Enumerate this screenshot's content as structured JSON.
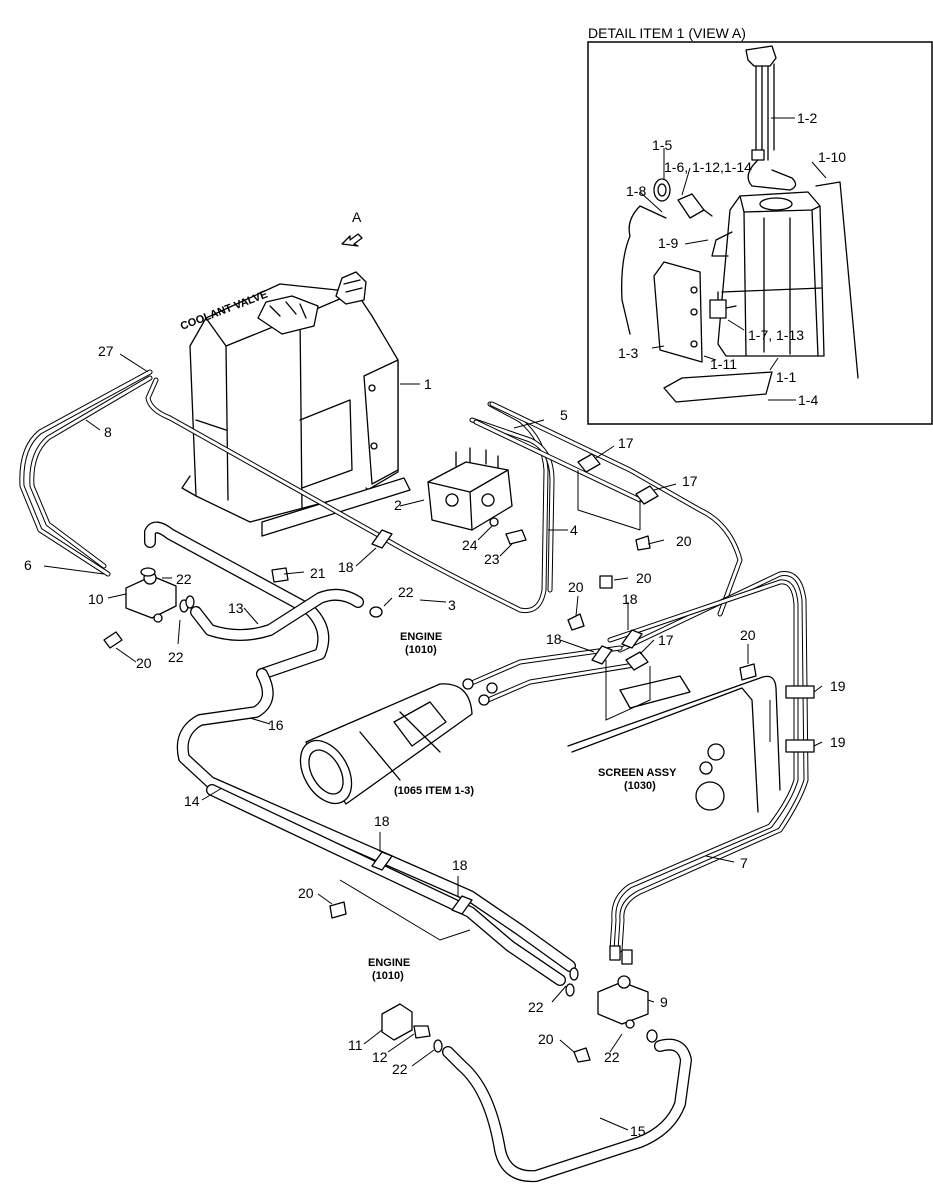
{
  "detail": {
    "title": "DETAIL ITEM 1   (VIEW  A)",
    "callouts": [
      "1-2",
      "1-5",
      "1-6, 1-12,1-14",
      "1-8",
      "1-9",
      "1-10",
      "1-3",
      "1-11",
      "1-7, 1-13",
      "1-1",
      "1-4"
    ]
  },
  "view_marker": "A",
  "labels": {
    "coolant_valve": "COOLANT VALVE",
    "engine_top_1": "ENGINE",
    "engine_top_2": "(1010)",
    "engine_bottom_1": "ENGINE",
    "engine_bottom_2": "(1010)",
    "screen_1": "SCREEN ASSY",
    "screen_2": "(1030)",
    "cylinder": "(1065 ITEM 1-3)"
  },
  "callouts": {
    "c27": "27",
    "c1": "1",
    "c8": "8",
    "c5": "5",
    "c17a": "17",
    "c17b": "17",
    "c2": "2",
    "c4": "4",
    "c24": "24",
    "c23": "23",
    "c20a": "20",
    "c21": "21",
    "c18a": "18",
    "c6": "6",
    "c22a": "22",
    "c10": "10",
    "c13": "13",
    "c22b": "22",
    "c3": "3",
    "c22c": "22",
    "c20b": "20",
    "c20c": "20",
    "c20d": "20",
    "c18b": "18",
    "c18c": "18",
    "c17c": "17",
    "c20e": "20",
    "c19a": "19",
    "c19b": "19",
    "c16": "16",
    "c14": "14",
    "c7": "7",
    "c18d": "18",
    "c18e": "18",
    "c20f": "20",
    "c9": "9",
    "c22d": "22",
    "c20g": "20",
    "c22e": "22",
    "c11": "11",
    "c12": "12",
    "c22f": "22",
    "c15": "15"
  }
}
